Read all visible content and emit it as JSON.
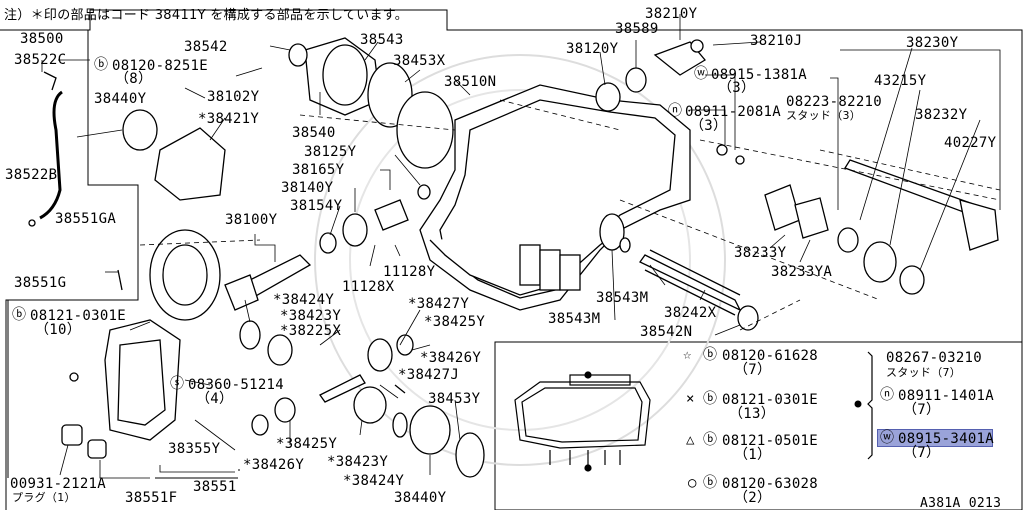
{
  "note": "注）＊印の部品はコード 38411Y を構成する部品を示しています。",
  "drawing_id": "A381A 0213",
  "parts": {
    "p38500": "38500",
    "p38522C": "38522C",
    "p38522B": "38522B",
    "p38551GA": "38551GA",
    "p38551G": "38551G",
    "p38542": "38542",
    "p08120_8251E": "08120-8251E",
    "q8": "（8）",
    "p38440Y_top": "38440Y",
    "p38102Y": "38102Y",
    "p38421Y": "*38421Y",
    "p38540": "38540",
    "p38543": "38543",
    "p38453X": "38453X",
    "p38510N": "38510N",
    "p38125Y": "38125Y",
    "p38165Y": "38165Y",
    "p38140Y": "38140Y",
    "p38154Y": "38154Y",
    "p38100Y": "38100Y",
    "p11128Y": "11128Y",
    "p11128X": "11128X",
    "p38120Y": "38120Y",
    "p38589": "38589",
    "p38210Y": "38210Y",
    "p38210J": "38210J",
    "p08915_1381A": "08915-1381A",
    "q3a": "（3）",
    "p08911_2081A": "08911-2081A",
    "q3b": "（3）",
    "p08223_82210": "08223-82210",
    "stud3": "スタッド（3）",
    "p38230Y": "38230Y",
    "p43215Y": "43215Y",
    "p38232Y": "38232Y",
    "p40227Y": "40227Y",
    "p38233Y": "38233Y",
    "p38233YA": "38233YA",
    "p38543M_r": "38543M",
    "p38543M_l": "38543M",
    "p38242X": "38242X",
    "p38542N": "38542N",
    "p08121_0301E_l": "08121-0301E",
    "q10": "（10）",
    "p38424Y_a": "*38424Y",
    "p38423Y_a": "*38423Y",
    "p38225X": "*38225X",
    "p38427Y": "*38427Y",
    "p38425Y_a": "*38425Y",
    "p38426Y_a": "*38426Y",
    "p38427J": "*38427J",
    "p08360_51214": "08360-51214",
    "q4": "（4）",
    "p38453Y": "38453Y",
    "p38425Y_b": "*38425Y",
    "p38426Y_b": "*38426Y",
    "p38423Y_b": "*38423Y",
    "p38424Y_b": "*38424Y",
    "p38440Y_bot": "38440Y",
    "p38355Y": "38355Y",
    "p38551": "38551",
    "p38551F": "38551F",
    "p00931_2121A": "00931-2121A",
    "plug1": "プラグ（1）"
  },
  "legend": {
    "star": {
      "code": "08120-61628",
      "qty": "（7）"
    },
    "cross": {
      "code": "08121-0301E",
      "qty": "（13）"
    },
    "tri": {
      "code": "08121-0501E",
      "qty": "（1）"
    },
    "circ": {
      "code": "08120-63028",
      "qty": "（2）"
    },
    "stud_code": "08267-03210",
    "stud_qty": "スタッド（7）",
    "nut_code": "08911-1401A",
    "nut_qty": "（7）",
    "washer_code": "08915-3401A",
    "washer_qty": "（7）"
  },
  "glyphs": {
    "B": "B",
    "N": "N",
    "W": "W",
    "S": "S"
  }
}
